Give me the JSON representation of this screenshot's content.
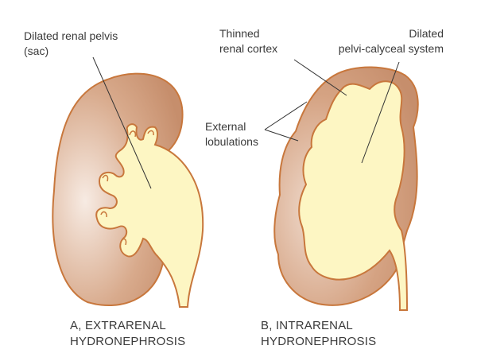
{
  "labels": {
    "pelvis_sac": [
      "Dilated renal pelvis",
      "(sac)"
    ],
    "thinned_cortex": [
      "Thinned",
      "renal cortex"
    ],
    "pelvicalyceal": [
      "Dilated",
      "pelvi-calyceal system"
    ],
    "lobulations": [
      "External",
      "lobulations"
    ]
  },
  "captions": {
    "a": [
      "A, EXTRARENAL",
      "HYDRONEPHROSIS"
    ],
    "b": [
      "B, INTRARENAL",
      "HYDRONEPHROSIS"
    ]
  },
  "colors": {
    "cortex": "#c99474",
    "cortex_light": "#f3e1d6",
    "outline": "#c8773c",
    "pelvis": "#fdf6c3",
    "line": "#333333"
  }
}
